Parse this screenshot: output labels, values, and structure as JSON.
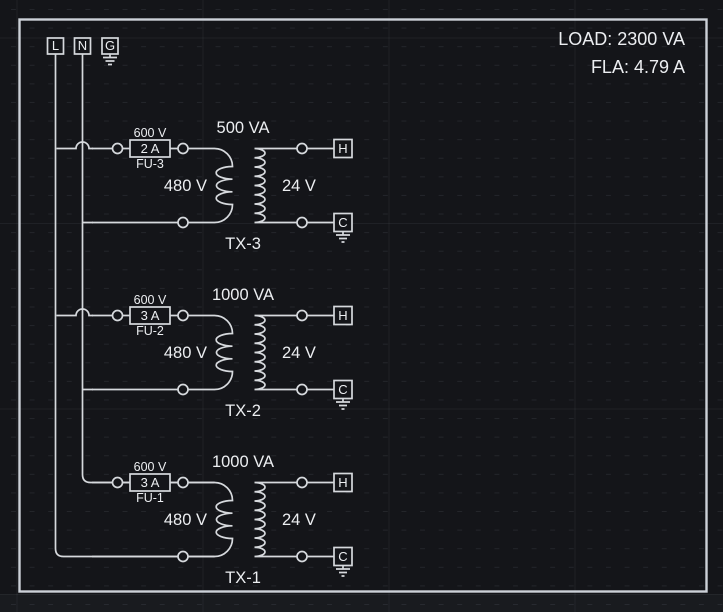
{
  "app": {
    "background_color": "#141519",
    "line_color": "#d6d9dd",
    "text_color": "#eceef1"
  },
  "header": {
    "load": "LOAD: 2300 VA",
    "fla": "FLA: 4.79 A"
  },
  "supply_terminals": {
    "line": "L",
    "neutral": "N",
    "ground": "G"
  },
  "transformers": [
    {
      "name": "TX-3",
      "rating": "500 VA",
      "fuse": {
        "voltage": "600 V",
        "current": "2 A",
        "name": "FU-3"
      },
      "primary_voltage": "480 V",
      "secondary_voltage": "24 V",
      "terminals": {
        "hot": "H",
        "common": "C"
      }
    },
    {
      "name": "TX-2",
      "rating": "1000 VA",
      "fuse": {
        "voltage": "600 V",
        "current": "3 A",
        "name": "FU-2"
      },
      "primary_voltage": "480 V",
      "secondary_voltage": "24 V",
      "terminals": {
        "hot": "H",
        "common": "C"
      }
    },
    {
      "name": "TX-1",
      "rating": "1000 VA",
      "fuse": {
        "voltage": "600 V",
        "current": "3 A",
        "name": "FU-1"
      },
      "primary_voltage": "480 V",
      "secondary_voltage": "24 V",
      "terminals": {
        "hot": "H",
        "common": "C"
      }
    }
  ]
}
